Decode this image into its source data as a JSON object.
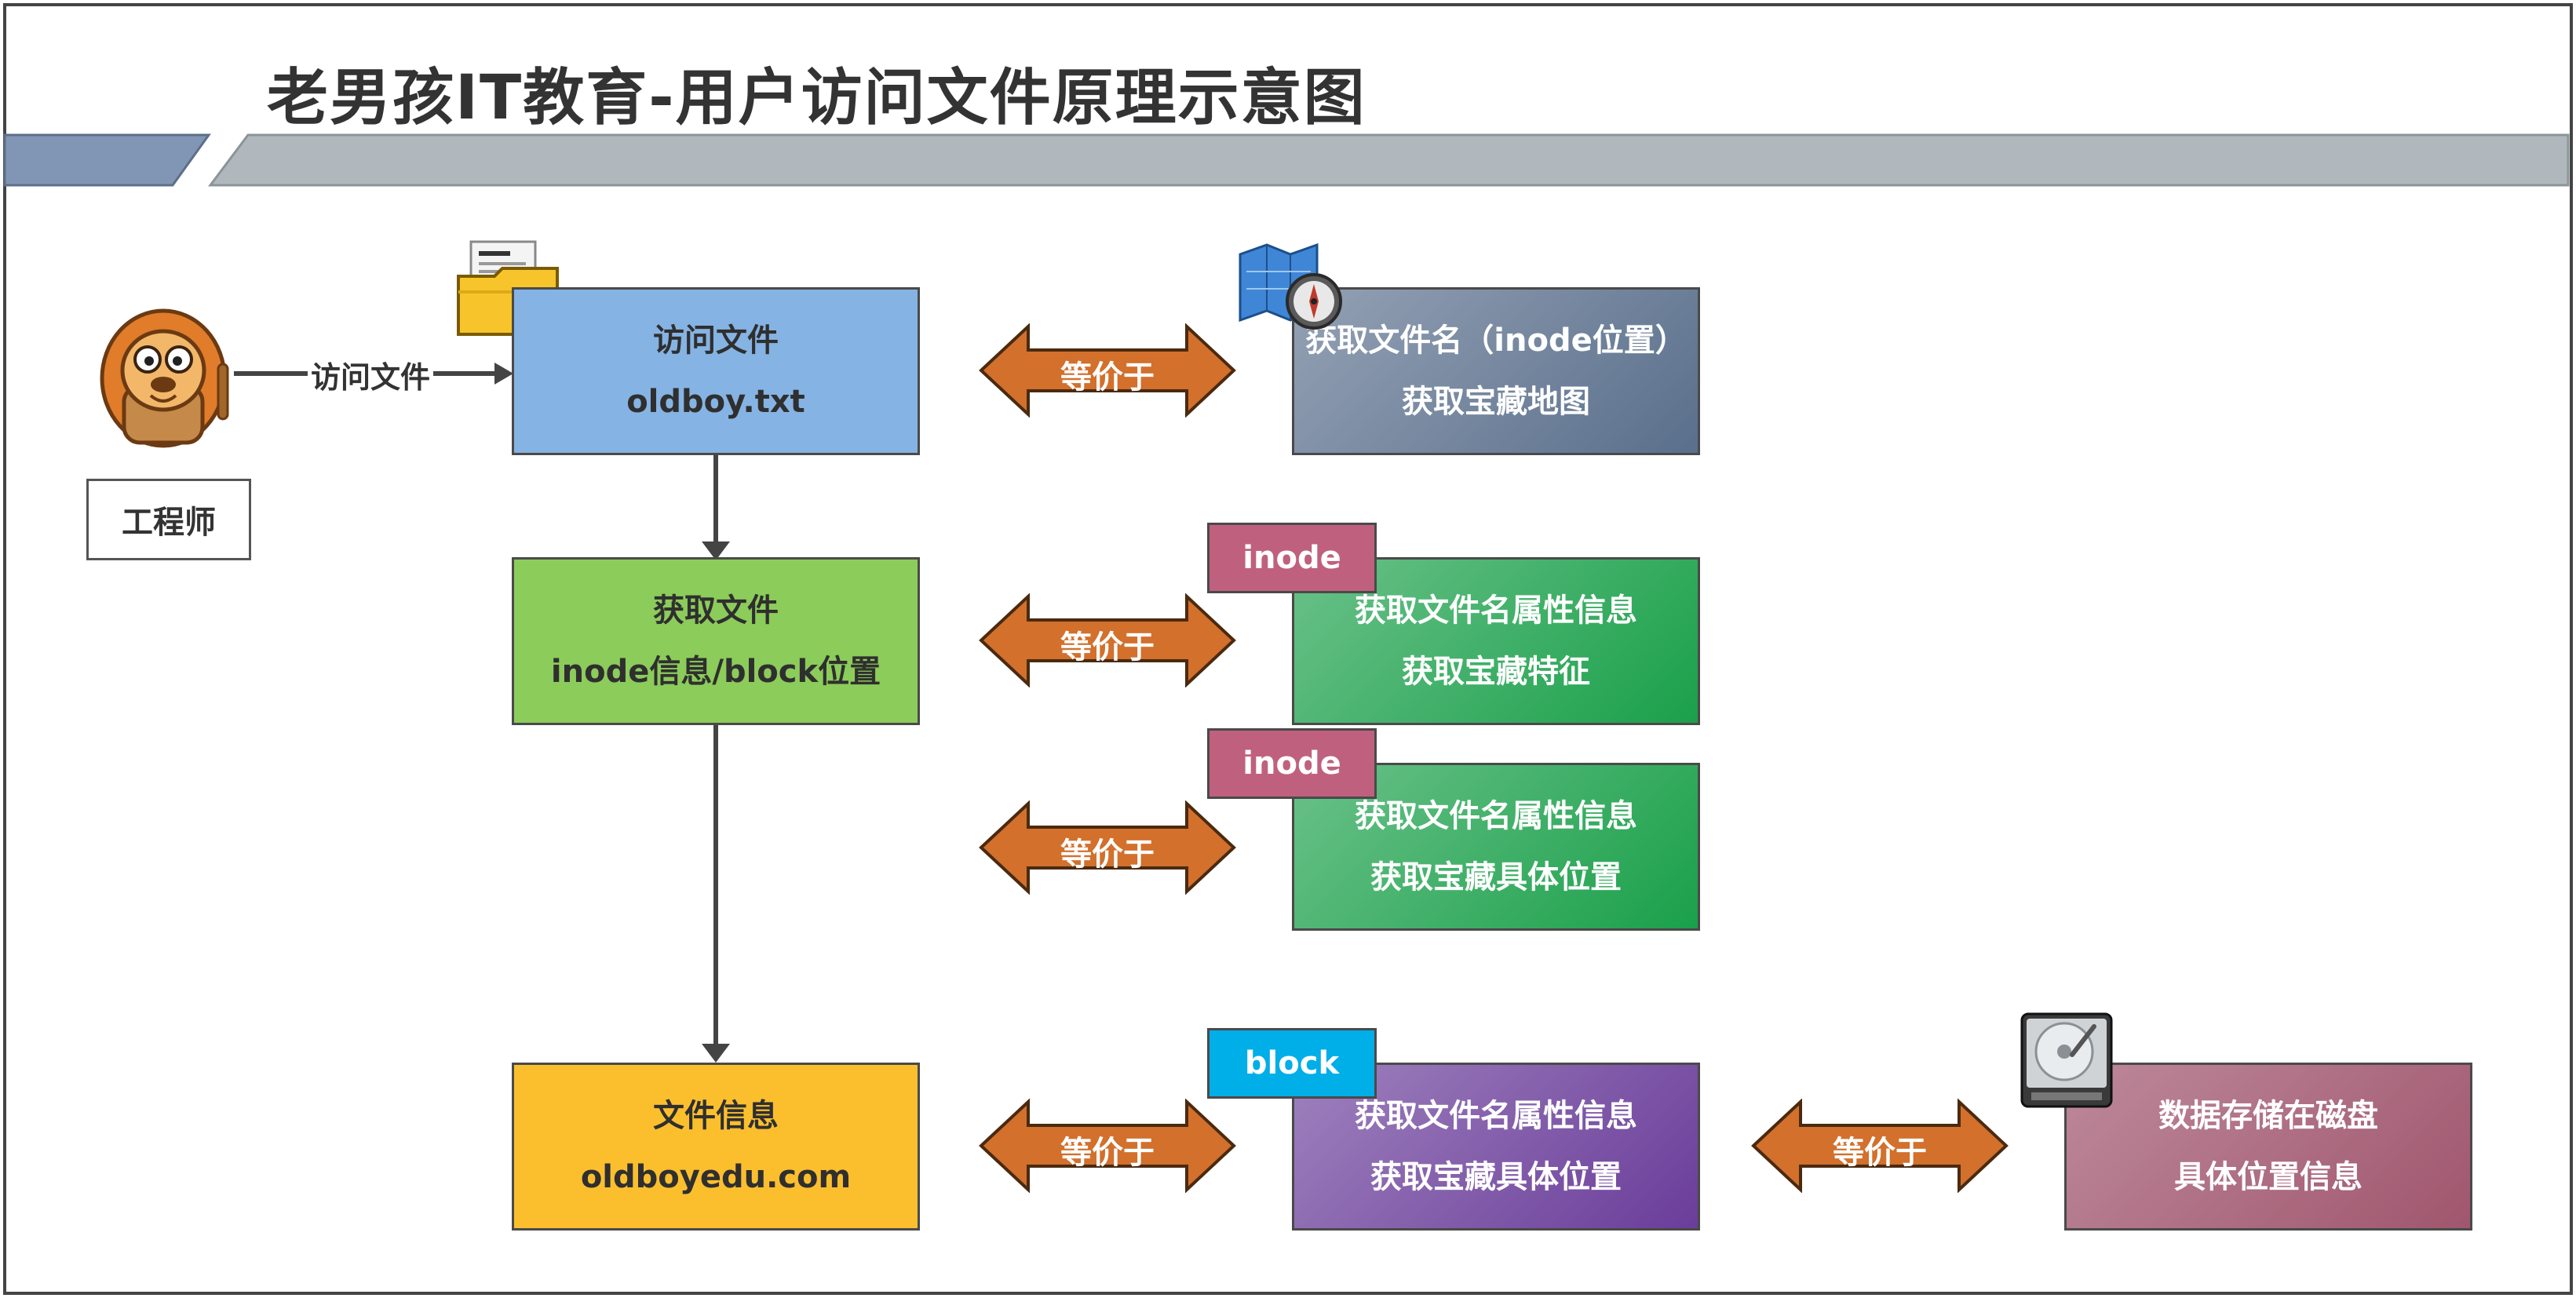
{
  "title": "老男孩IT教育-用户访问文件原理示意图",
  "actor": {
    "label": "工程师",
    "icon": "lion-icon"
  },
  "edge_label": "访问文件",
  "equivalent_label": "等价于",
  "flow_boxes": [
    {
      "line1": "访问文件",
      "line2": "oldboy.txt",
      "color": "#85b3e3"
    },
    {
      "line1": "获取文件",
      "line2": "inode信息/block位置",
      "color": "#8ccc5a"
    },
    {
      "line1": "文件信息",
      "line2": "oldboyedu.com",
      "color": "#fbbf2e"
    }
  ],
  "analogy_boxes": [
    {
      "line1": "获取文件名（inode位置）",
      "line2": "获取宝藏地图",
      "color": "#5a6f8c"
    },
    {
      "tag": "inode",
      "line1": "获取文件名属性信息",
      "line2": "获取宝藏特征",
      "color": "#1aa04a"
    },
    {
      "tag": "inode",
      "line1": "获取文件名属性信息",
      "line2": "获取宝藏具体位置",
      "color": "#1aa04a"
    },
    {
      "tag": "block",
      "line1": "获取文件名属性信息",
      "line2": "获取宝藏具体位置",
      "color": "#6a3d9a"
    }
  ],
  "disk_box": {
    "line1": "数据存储在磁盘",
    "line2": "具体位置信息",
    "color": "#a0566e"
  },
  "tag_colors": {
    "inode": "#c0607f",
    "block": "#00aee8"
  },
  "arrow_color": "#d2702c",
  "icons": [
    "folder-files-icon",
    "treasure-map-compass-icon",
    "hard-disk-icon"
  ]
}
